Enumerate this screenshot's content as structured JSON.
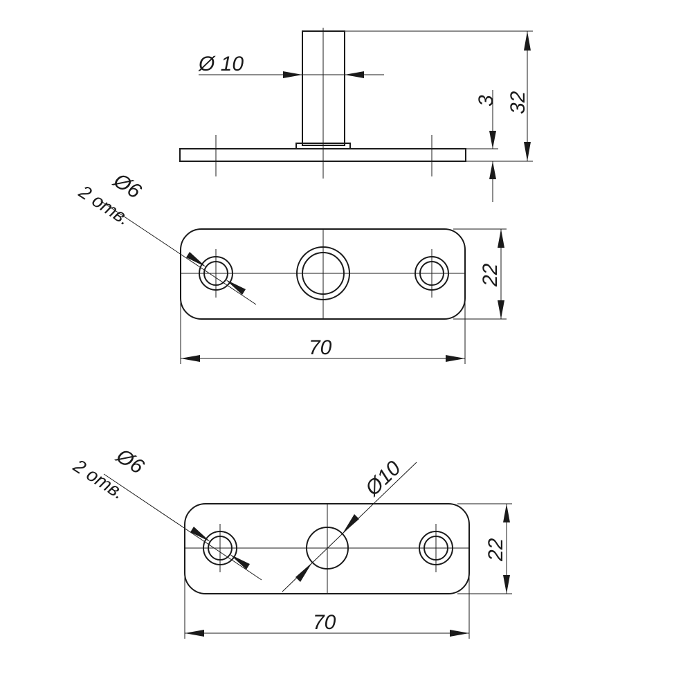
{
  "side_view": {
    "pin_diameter_label": "Ø 10",
    "plate_thickness_label": "3",
    "overall_height_label": "32"
  },
  "top_view_upper": {
    "hole_diameter_label": "Ø6",
    "hole_count_label": "2 отв.",
    "width_label": "22",
    "length_label": "70"
  },
  "top_view_lower": {
    "hole_diameter_label": "Ø6",
    "hole_count_label": "2 отв.",
    "center_hole_label": "Ø10",
    "width_label": "22",
    "length_label": "70"
  },
  "colors": {
    "line": "#1a1a1a",
    "background": "#ffffff"
  }
}
